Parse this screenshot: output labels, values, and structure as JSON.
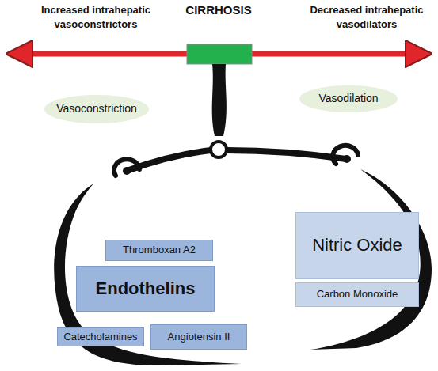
{
  "diagram": {
    "title": "CIRRHOSIS",
    "nodes": [
      {
        "text": [
          "Vasoconstriction"
        ]
      },
      {
        "text": [
          "Vasodilation"
        ]
      },
      {
        "text": [
          "Thromboxan A2"
        ]
      },
      {
        "text": [
          "Nitric Oxide"
        ]
      },
      {
        "text": [
          "Endothelins"
        ]
      },
      {
        "text": [
          "Carbon Monoxide"
        ]
      },
      {
        "text": [
          "Catecholamines"
        ]
      },
      {
        "text": [
          "Angiotensin II"
        ]
      }
    ],
    "labels": [
      "Increased intrahepatic vasoconstrictors",
      "Decreased intrahepatic vasodilators"
    ]
  }
}
